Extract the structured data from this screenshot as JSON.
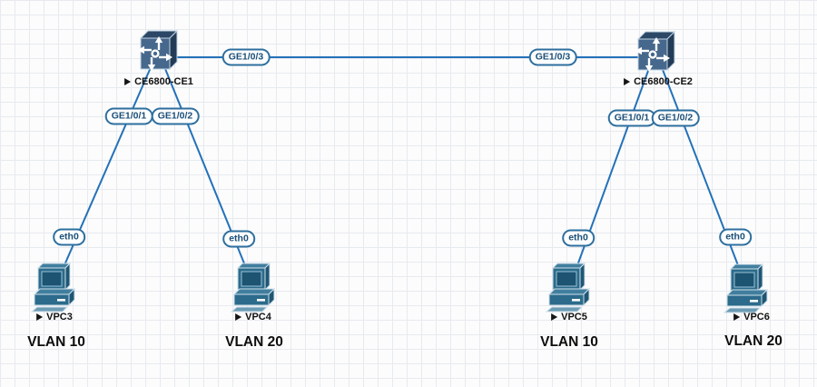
{
  "switches": [
    {
      "name": "CE6800-CE1"
    },
    {
      "name": "CE6800-CE2"
    }
  ],
  "pcs": [
    {
      "name": "VPC3"
    },
    {
      "name": "VPC4"
    },
    {
      "name": "VPC5"
    },
    {
      "name": "VPC6"
    }
  ],
  "annotations": [
    {
      "text": "VLAN 10"
    },
    {
      "text": "VLAN 20"
    },
    {
      "text": "VLAN 10"
    },
    {
      "text": "VLAN 20"
    }
  ],
  "ports": {
    "trunk_left": "GE1/0/3",
    "trunk_right": "GE1/0/3",
    "ce1_access1": "GE1/0/1",
    "ce1_access2": "GE1/0/2",
    "ce2_access1": "GE1/0/1",
    "ce2_access2": "GE1/0/2",
    "pc_nic": "eth0"
  },
  "colors": {
    "link": "#2471b8",
    "port_label_border": "#2e6f9e",
    "port_label_text": "#1c4f77",
    "switch_body": "#46688c",
    "pc_body": "#2c6b8b",
    "node_label_text": "#111111",
    "annotation_text": "#0d0d0d",
    "grid_line": "#e7eaee",
    "canvas_bg": "#fcfcfd"
  }
}
